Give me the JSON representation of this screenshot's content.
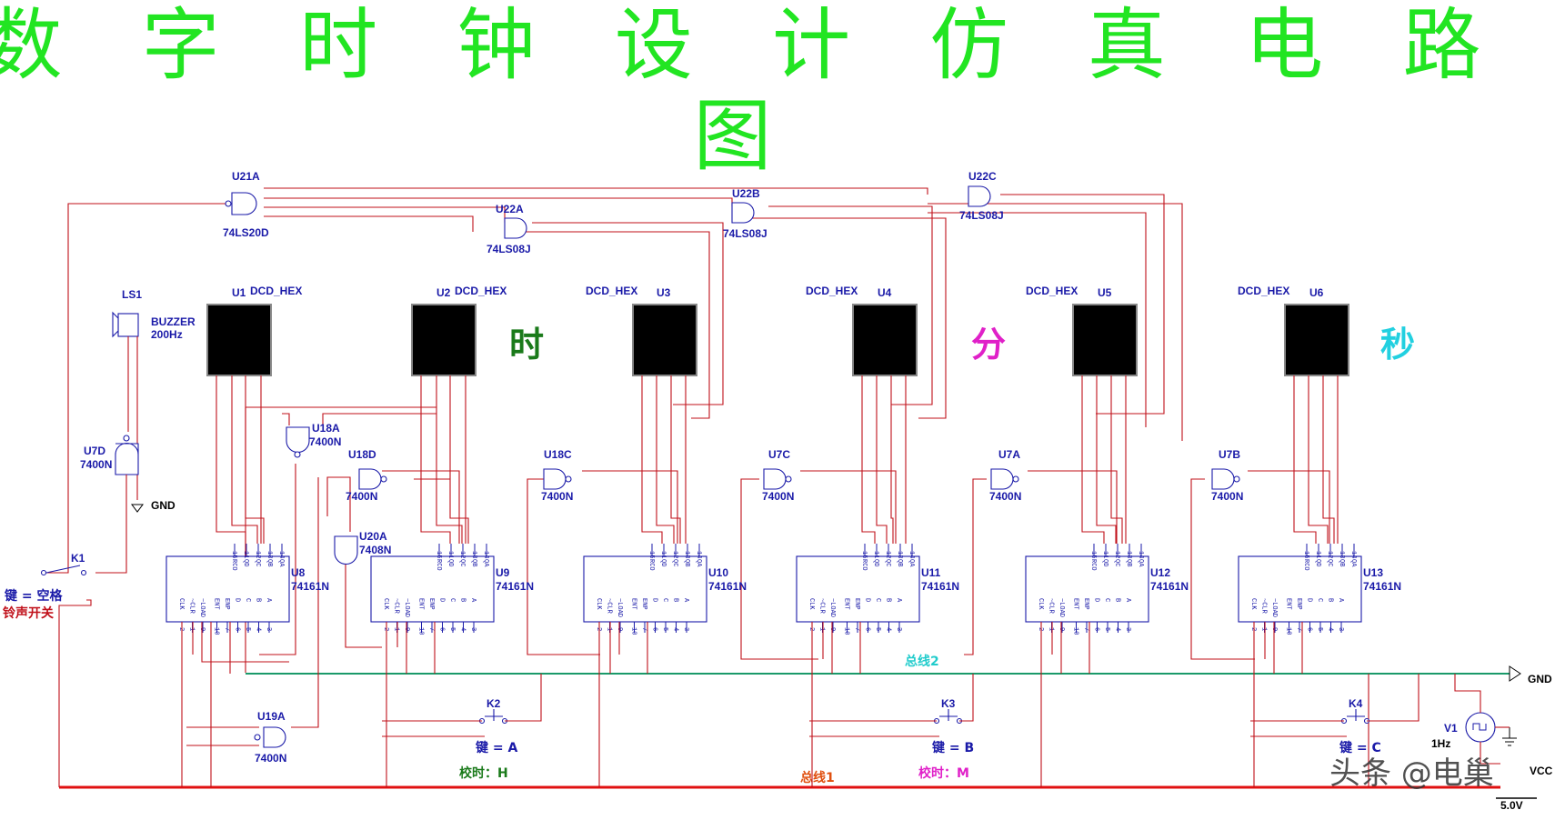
{
  "title": "数 字 时 钟 设 计 仿 真 电 路 图",
  "displays": [
    {
      "ref": "U1",
      "type": "DCD_HEX"
    },
    {
      "ref": "U2",
      "type": "DCD_HEX"
    },
    {
      "ref": "U3",
      "type": "DCD_HEX"
    },
    {
      "ref": "U4",
      "type": "DCD_HEX"
    },
    {
      "ref": "U5",
      "type": "DCD_HEX"
    },
    {
      "ref": "U6",
      "type": "DCD_HEX"
    }
  ],
  "counters": [
    {
      "ref": "U8",
      "type": "74161N"
    },
    {
      "ref": "U9",
      "type": "74161N"
    },
    {
      "ref": "U10",
      "type": "74161N"
    },
    {
      "ref": "U11",
      "type": "74161N"
    },
    {
      "ref": "U12",
      "type": "74161N"
    },
    {
      "ref": "U13",
      "type": "74161N"
    }
  ],
  "counter_pins_top": [
    "15",
    "11",
    "12",
    "13",
    "14"
  ],
  "counter_pins_top_names": [
    "RCO",
    "QD",
    "QC",
    "QB",
    "QA"
  ],
  "counter_pins_bottom": [
    "2",
    "1",
    "9",
    "10",
    "7",
    "6",
    "5",
    "4",
    "3"
  ],
  "counter_pins_bottom_names": [
    "CLK",
    "~CLR",
    "~LOAD",
    "ENT",
    "ENP",
    "D",
    "C",
    "B",
    "A"
  ],
  "gates": {
    "u21a": {
      "ref": "U21A",
      "type": "74LS20D"
    },
    "u22a": {
      "ref": "U22A",
      "type": "74LS08J"
    },
    "u22b": {
      "ref": "U22B",
      "type": "74LS08J"
    },
    "u22c": {
      "ref": "U22C",
      "type": "74LS08J"
    },
    "u18a": {
      "ref": "U18A",
      "type": "7400N"
    },
    "u18d": {
      "ref": "U18D",
      "type": "7400N"
    },
    "u18c": {
      "ref": "U18C",
      "type": "7400N"
    },
    "u7c": {
      "ref": "U7C",
      "type": "7400N"
    },
    "u7a": {
      "ref": "U7A",
      "type": "7400N"
    },
    "u7b": {
      "ref": "U7B",
      "type": "7400N"
    },
    "u7d": {
      "ref": "U7D",
      "type": "7400N"
    },
    "u20a": {
      "ref": "U20A",
      "type": "7408N"
    },
    "u19a": {
      "ref": "U19A",
      "type": "7400N"
    }
  },
  "section_labels": {
    "hour": "时",
    "minute": "分",
    "second": "秒"
  },
  "buzzer": {
    "ref": "LS1",
    "type": "BUZZER",
    "freq": "200Hz"
  },
  "gnd_labels": {
    "top": "GND",
    "right": "GND"
  },
  "switches": {
    "k1": {
      "ref": "K1",
      "key": "键 = 空格",
      "desc": "铃声开关"
    },
    "k2": {
      "ref": "K2",
      "key": "键 = A"
    },
    "k3": {
      "ref": "K3",
      "key": "键 = B"
    },
    "k4": {
      "ref": "K4",
      "key": "键 = C"
    }
  },
  "adjust_labels": {
    "hour": "校时：H",
    "minute": "校时：M"
  },
  "bus_labels": {
    "bus1": "总线1",
    "bus2": "总线2"
  },
  "source": {
    "ref": "V1",
    "freq": "1Hz",
    "vcc": "VCC",
    "voltage": "5.0V"
  },
  "watermark": "头条 @电巢",
  "colors": {
    "title": "#22e522",
    "wire": "#c0101a",
    "bus2": "#1a9a6a",
    "part": "#1a1aa8",
    "hour": "#1a7a1a",
    "minute": "#e020c8",
    "second": "#22d0e0"
  }
}
